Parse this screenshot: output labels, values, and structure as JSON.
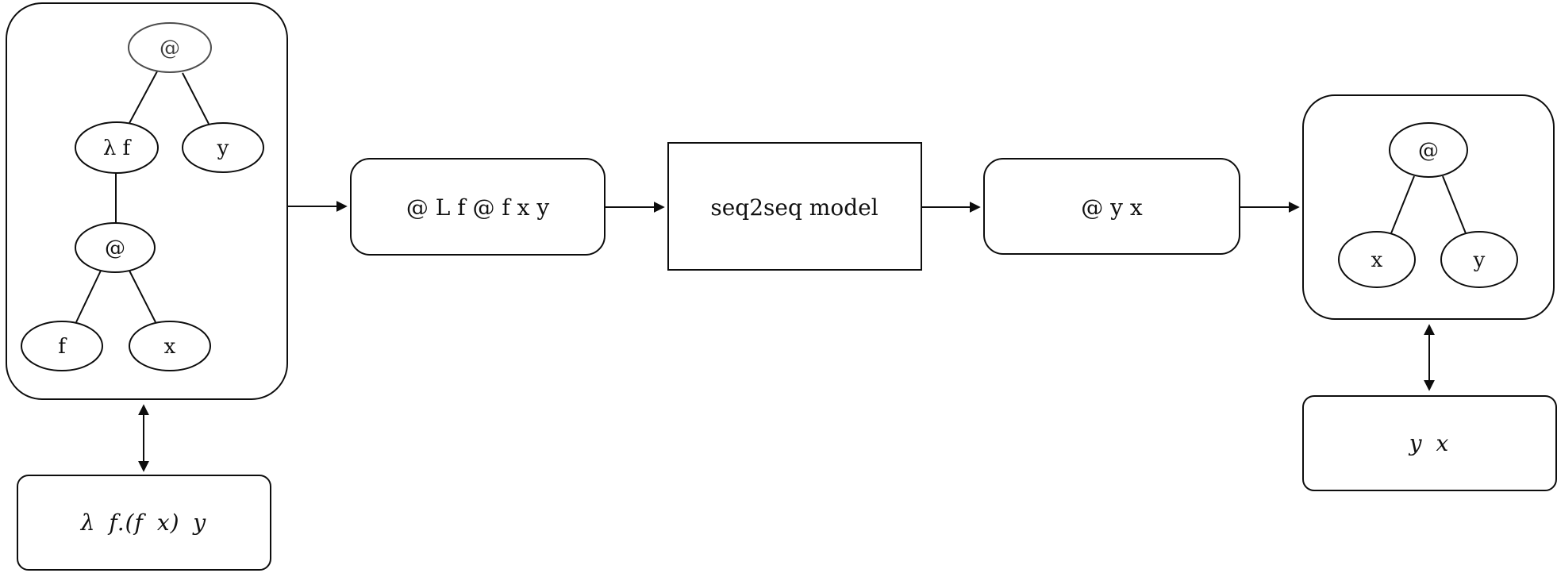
{
  "colors": {
    "background": "#ffffff",
    "stroke": "#0d0d0d",
    "input_root_stroke": "#4d4d4d"
  },
  "left_panel": {
    "tree": {
      "root_label": "@",
      "lambda_label": "λ f",
      "arg_label": "y",
      "apply_label": "@",
      "func_label": "f",
      "var_label": "x"
    },
    "expression": "λ f.(f x) y"
  },
  "pipeline": {
    "input_sequence": "@ L f @ f x y",
    "model_label": "seq2seq model",
    "output_sequence": "@ y x"
  },
  "right_panel": {
    "tree": {
      "root_label": "@",
      "left_label": "x",
      "right_label": "y"
    },
    "expression": "y x"
  }
}
